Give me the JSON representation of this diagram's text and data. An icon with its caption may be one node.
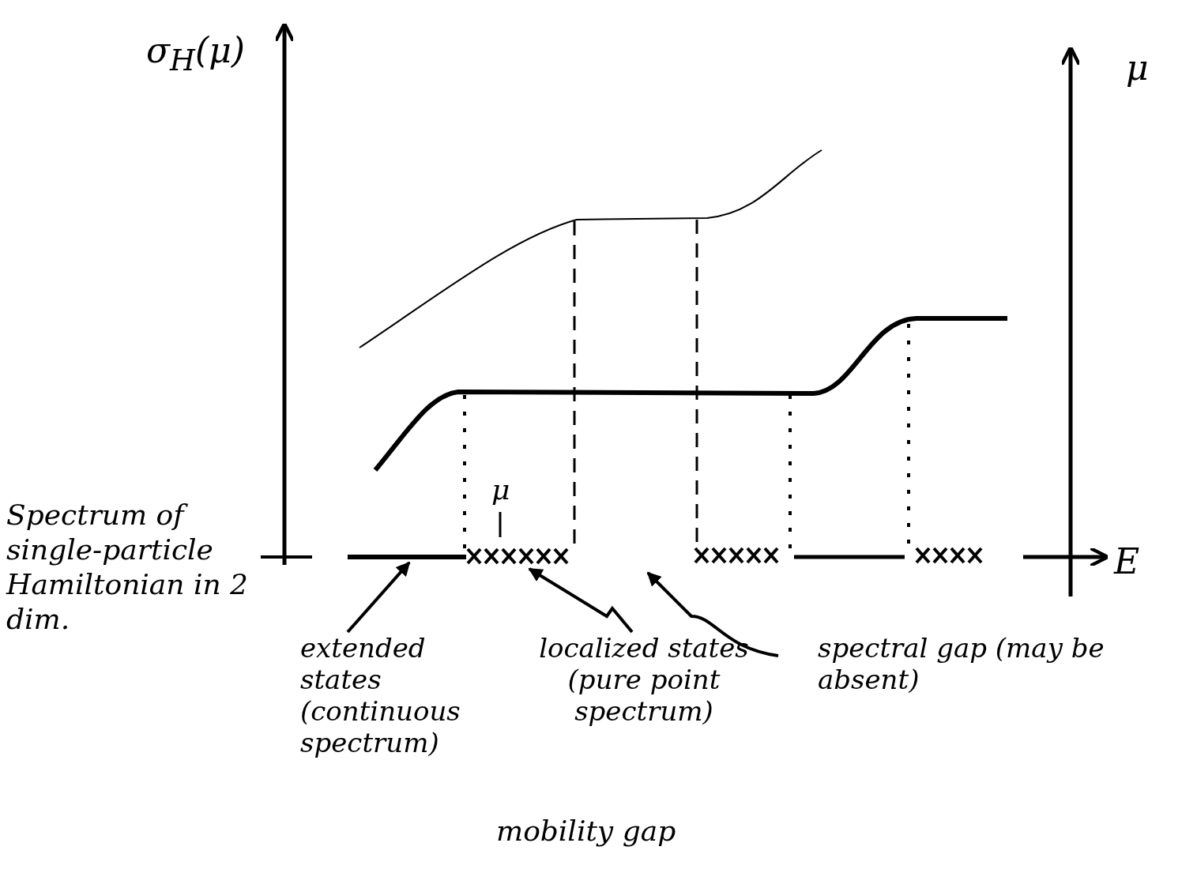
{
  "diagram": {
    "nodes": [
      {
        "text": [
          "extended states (continuous spectrum)"
        ]
      },
      {
        "text": [
          "localized states (pure point spectrum)"
        ]
      },
      {
        "text": [
          "spectral gap (may be absent)"
        ]
      },
      {
        "text": [],
        "shape": "bar"
      },
      {
        "text": [],
        "shape": "crosses"
      }
    ],
    "edges": [
      {
        "from": 0,
        "to": 3,
        "arrow": "to"
      },
      {
        "from": 1,
        "to": 4,
        "arrow": "to"
      },
      {
        "from": 2,
        "to": null,
        "arrow": "to"
      }
    ],
    "labels": [
      "σ$_{H}$(μ)",
      "μ",
      "E",
      "Spectrum of single-particle Hamiltonian in 2 dim.",
      "μ",
      "mobility gap"
    ]
  }
}
